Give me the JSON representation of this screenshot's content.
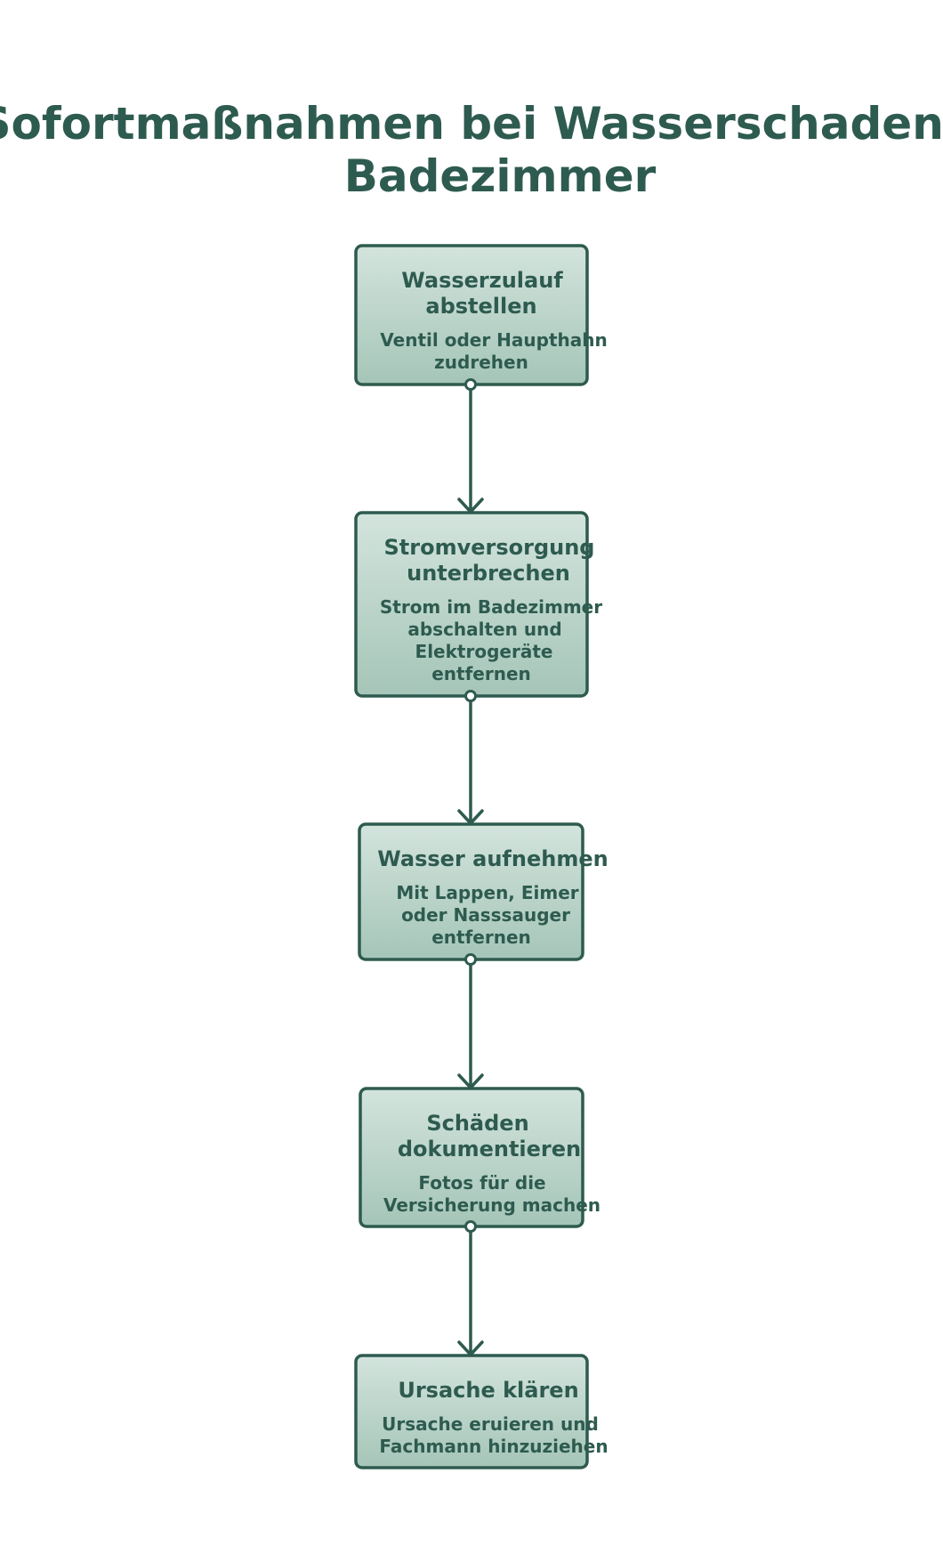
{
  "colors": {
    "accent": "#2e5b4f",
    "box_top": "#d3e4dd",
    "box_bottom": "#a5c5b8",
    "background": "#ffffff"
  },
  "title": {
    "line1": "Sofortmaßnahmen bei Wasserschaden im",
    "line2": "Badezimmer"
  },
  "steps": [
    {
      "title_lines": [
        "Wasserzulauf",
        "abstellen"
      ],
      "desc_lines": [
        "Ventil oder Haupthahn",
        "zudrehen"
      ]
    },
    {
      "title_lines": [
        "Stromversorgung",
        "unterbrechen"
      ],
      "desc_lines": [
        "Strom im Badezimmer",
        "abschalten und",
        "Elektrogeräte",
        "entfernen"
      ]
    },
    {
      "title_lines": [
        "Wasser aufnehmen"
      ],
      "desc_lines": [
        "Mit Lappen, Eimer",
        "oder Nasssauger",
        "entfernen"
      ]
    },
    {
      "title_lines": [
        "Schäden",
        "dokumentieren"
      ],
      "desc_lines": [
        "Fotos für die",
        "Versicherung machen"
      ]
    },
    {
      "title_lines": [
        "Ursache klären"
      ],
      "desc_lines": [
        "Ursache eruieren und",
        "Fachmann hinzuziehen"
      ]
    }
  ]
}
